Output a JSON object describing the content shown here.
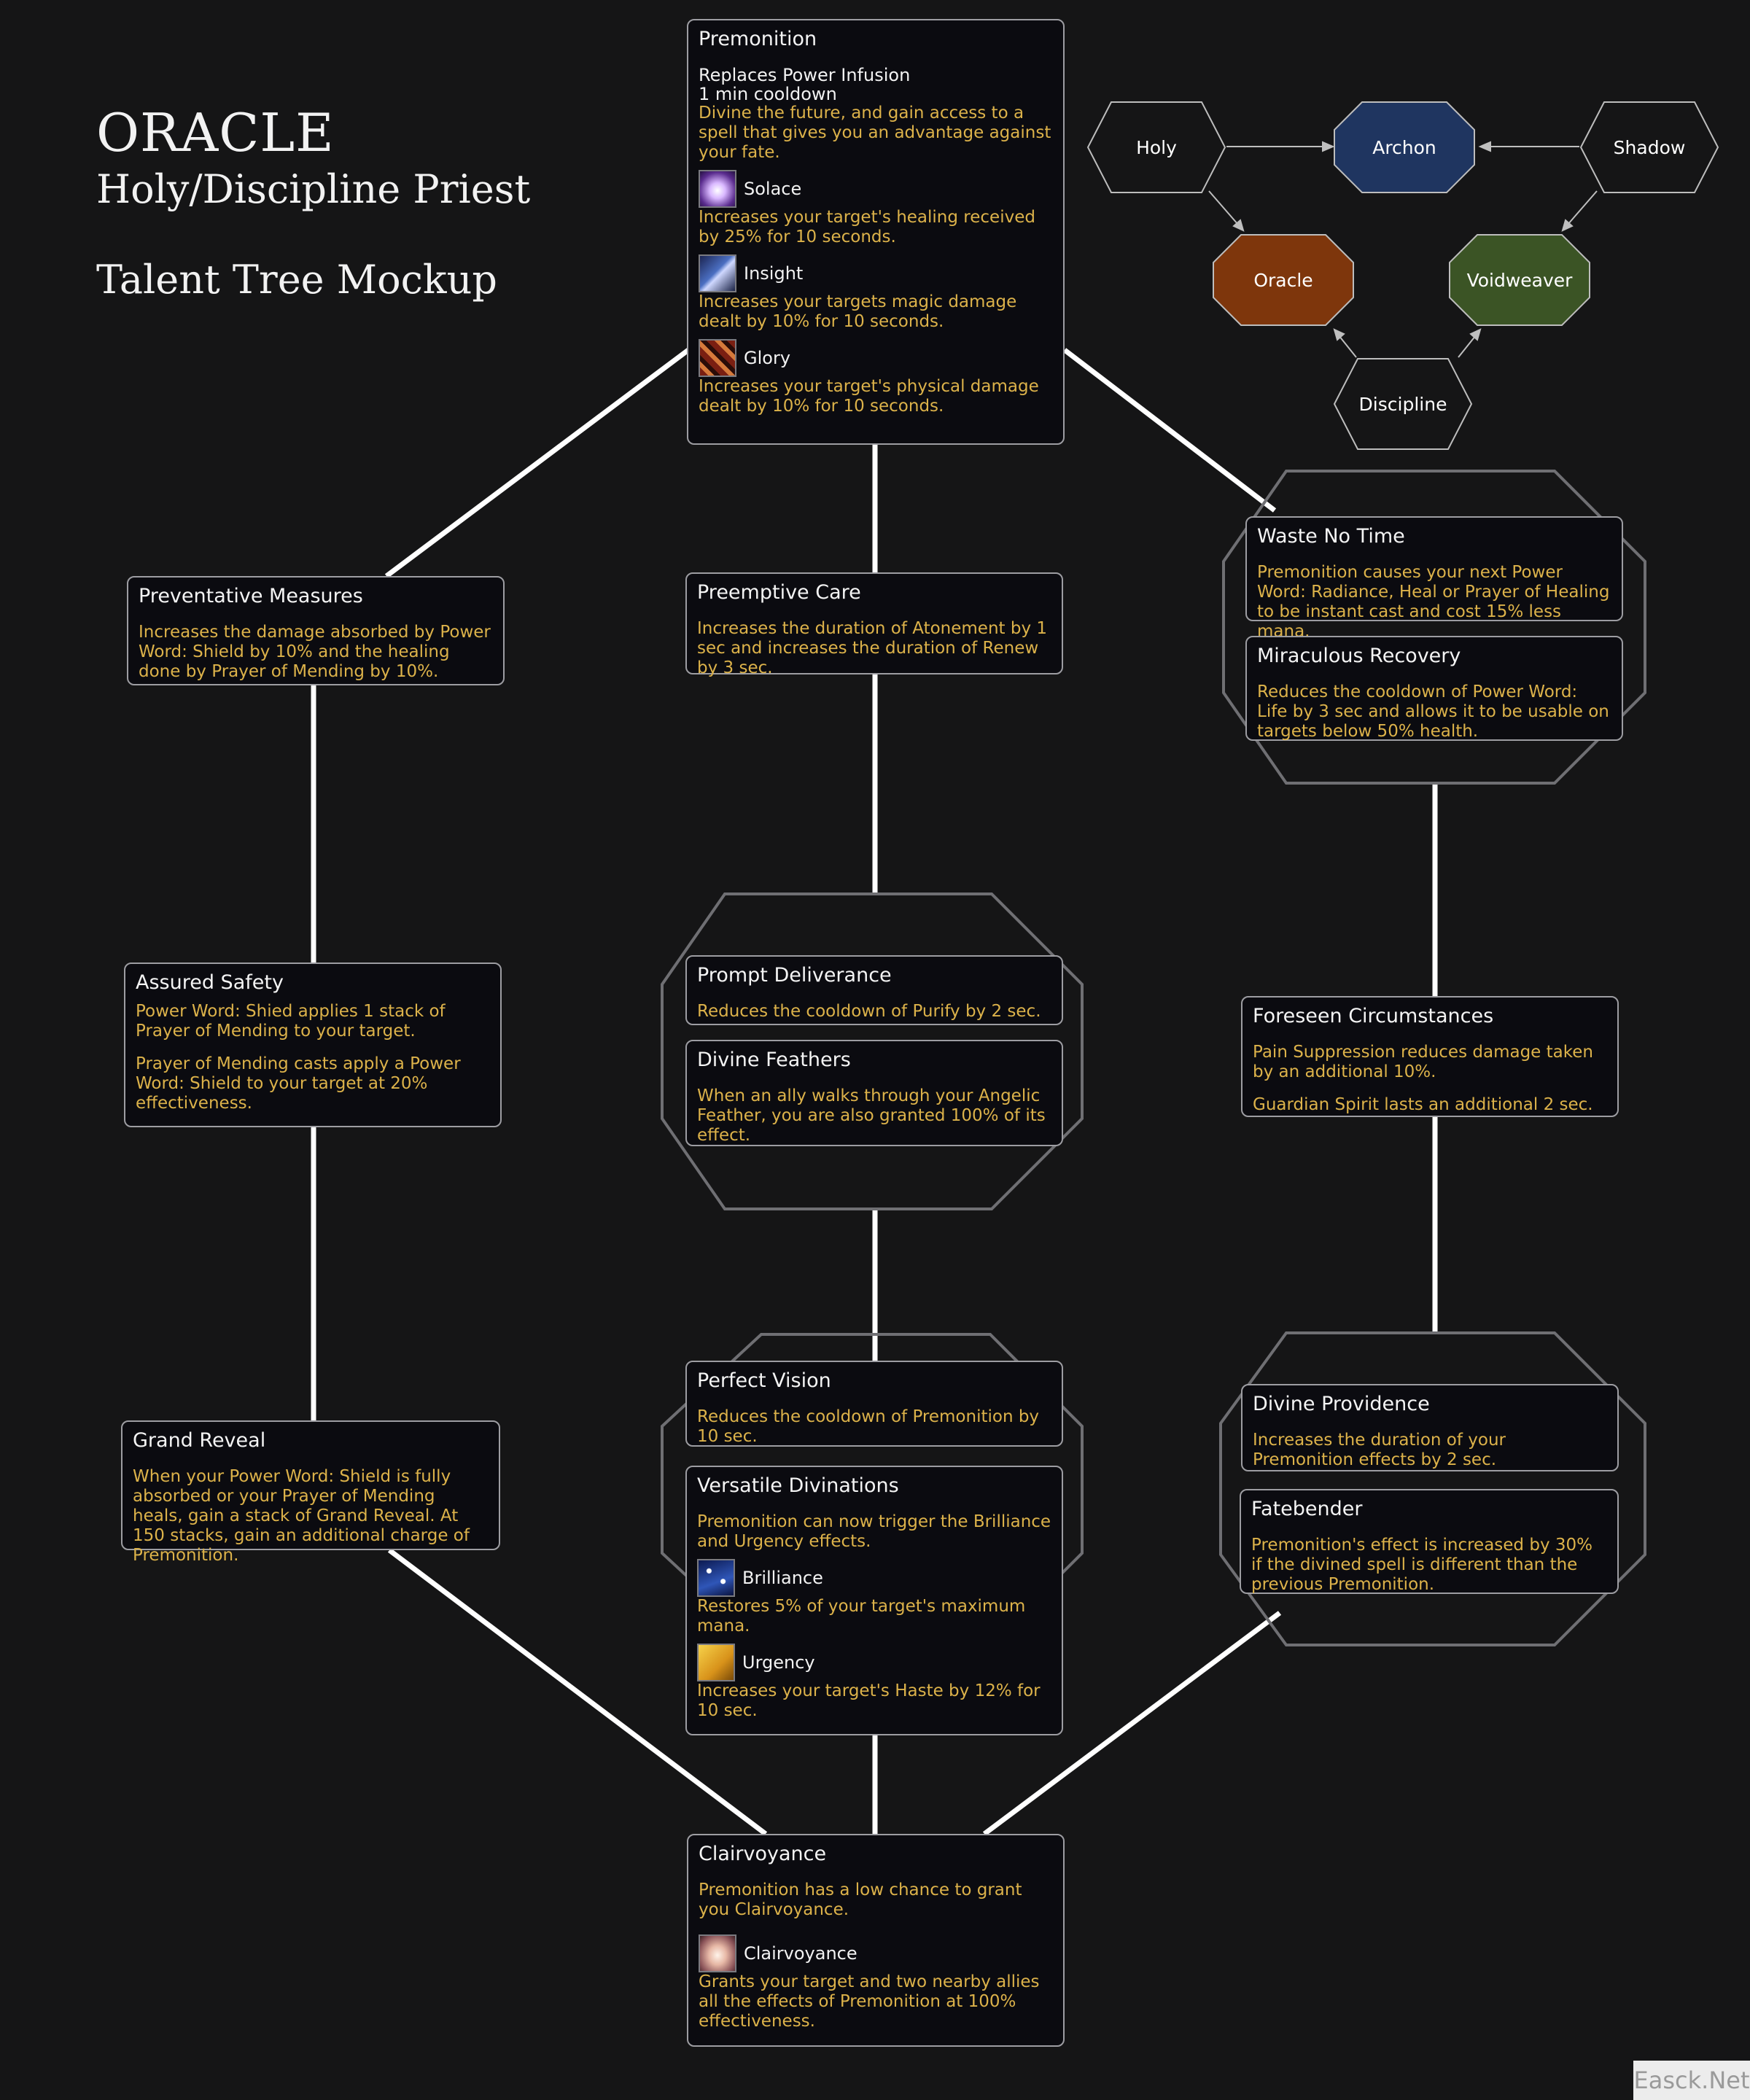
{
  "titles": {
    "main": "ORACLE",
    "sub": "Holy/Discipline Priest",
    "mockup": "Talent Tree Mockup"
  },
  "legend": {
    "nodes": {
      "holy": "Holy",
      "archon": "Archon",
      "shadow": "Shadow",
      "oracle": "Oracle",
      "voidweaver": "Voidweaver",
      "discipline": "Discipline"
    },
    "colors": {
      "archon": "#1f3560",
      "oracle": "#7e360c",
      "voidweaver": "#3b5425",
      "neutral": "#151516"
    }
  },
  "cards": {
    "premonition": {
      "title": "Premonition",
      "replaces": "Replaces Power Infusion",
      "cooldown": "1 min cooldown",
      "desc": "Divine the future, and gain access to a spell that gives you an advantage against your fate.",
      "spells": [
        {
          "icon": "solace-icon",
          "name": "Solace",
          "desc": "Increases your target's healing received by 25% for 10 seconds."
        },
        {
          "icon": "insight-icon",
          "name": "Insight",
          "desc": "Increases your targets magic damage dealt by 10% for 10 seconds."
        },
        {
          "icon": "glory-icon",
          "name": "Glory",
          "desc": "Increases your target's physical damage dealt by 10% for 10 seconds."
        }
      ]
    },
    "preventative": {
      "title": "Preventative Measures",
      "desc": "Increases the damage absorbed by Power Word: Shield by 10% and the healing done by Prayer of Mending by 10%."
    },
    "preemptive": {
      "title": "Preemptive Care",
      "desc": "Increases the duration of Atonement by 1 sec and increases the duration of Renew by 3 sec."
    },
    "waste": {
      "title": "Waste No Time",
      "desc": "Premonition causes your next Power Word: Radiance, Heal or Prayer of Healing to be instant cast and cost 15% less mana."
    },
    "miraculous": {
      "title": "Miraculous Recovery",
      "desc": "Reduces the cooldown of Power Word: Life by 3 sec and allows it to be usable on targets below 50% health."
    },
    "assured": {
      "title": "Assured Safety",
      "desc1": "Power Word: Shied applies 1 stack of Prayer of Mending to your target.",
      "desc2": "Prayer of Mending casts apply a Power Word: Shield to your target at 20% effectiveness."
    },
    "prompt": {
      "title": "Prompt Deliverance",
      "desc": "Reduces the cooldown of Purify by 2 sec."
    },
    "feathers": {
      "title": "Divine Feathers",
      "desc": "When an ally walks through your Angelic Feather, you are also granted 100% of its effect."
    },
    "foreseen": {
      "title": "Foreseen Circumstances",
      "desc1": "Pain Suppression reduces damage taken by an additional 10%.",
      "desc2": "Guardian Spirit lasts an additional 2 sec."
    },
    "grand": {
      "title": "Grand Reveal",
      "desc": "When your Power Word: Shield is fully absorbed or your Prayer of Mending heals, gain a stack of Grand Reveal. At 150 stacks, gain an additional charge of Premonition."
    },
    "perfect": {
      "title": "Perfect Vision",
      "desc": "Reduces the cooldown of Premonition by 10 sec."
    },
    "versatile": {
      "title": "Versatile Divinations",
      "desc": "Premonition can now trigger the Brilliance and Urgency effects.",
      "spells": [
        {
          "icon": "brilliance-icon",
          "name": "Brilliance",
          "desc": "Restores 5% of your target's maximum mana."
        },
        {
          "icon": "urgency-icon",
          "name": "Urgency",
          "desc": "Increases your target's Haste by 12% for 10 sec."
        }
      ]
    },
    "providence": {
      "title": "Divine Providence",
      "desc": "Increases the duration of your Premonition effects by 2 sec."
    },
    "fatebender": {
      "title": "Fatebender",
      "desc": "Premonition's effect is increased by 30% if the divined spell is different than the previous Premonition."
    },
    "clairvoyance": {
      "title": "Clairvoyance",
      "desc": "Premonition has a low chance to grant you Clairvoyance.",
      "spell": {
        "icon": "clairvoyance-icon",
        "name": "Clairvoyance",
        "desc": "Grants your target and two nearby allies all the effects of Premonition at 100% effectiveness."
      }
    }
  },
  "watermark": "Easck.Net"
}
